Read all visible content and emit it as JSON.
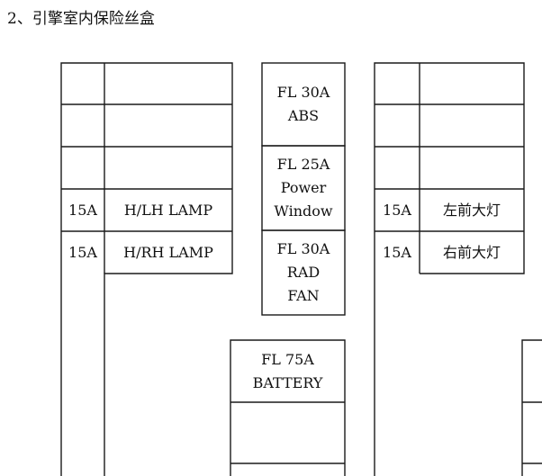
{
  "title": "2、引擎室内保险丝盒",
  "left_panel": {
    "rows": [
      {
        "amp": "",
        "label": ""
      },
      {
        "amp": "",
        "label": ""
      },
      {
        "amp": "",
        "label": ""
      },
      {
        "amp": "15A",
        "label": "H/LH LAMP"
      },
      {
        "amp": "15A",
        "label": "H/RH LAMP"
      }
    ]
  },
  "fusible_links": [
    {
      "lines": [
        "FL 30A",
        "ABS"
      ]
    },
    {
      "lines": [
        "FL 25A",
        "Power",
        "Window"
      ]
    },
    {
      "lines": [
        "FL 30A",
        "RAD",
        "FAN"
      ]
    },
    {
      "lines": [
        "FL 75A",
        "BATTERY"
      ]
    }
  ],
  "right_panel": {
    "rows": [
      {
        "amp": "",
        "label": ""
      },
      {
        "amp": "",
        "label": ""
      },
      {
        "amp": "",
        "label": ""
      },
      {
        "amp": "15A",
        "label": "左前大灯"
      },
      {
        "amp": "15A",
        "label": "右前大灯"
      }
    ]
  }
}
